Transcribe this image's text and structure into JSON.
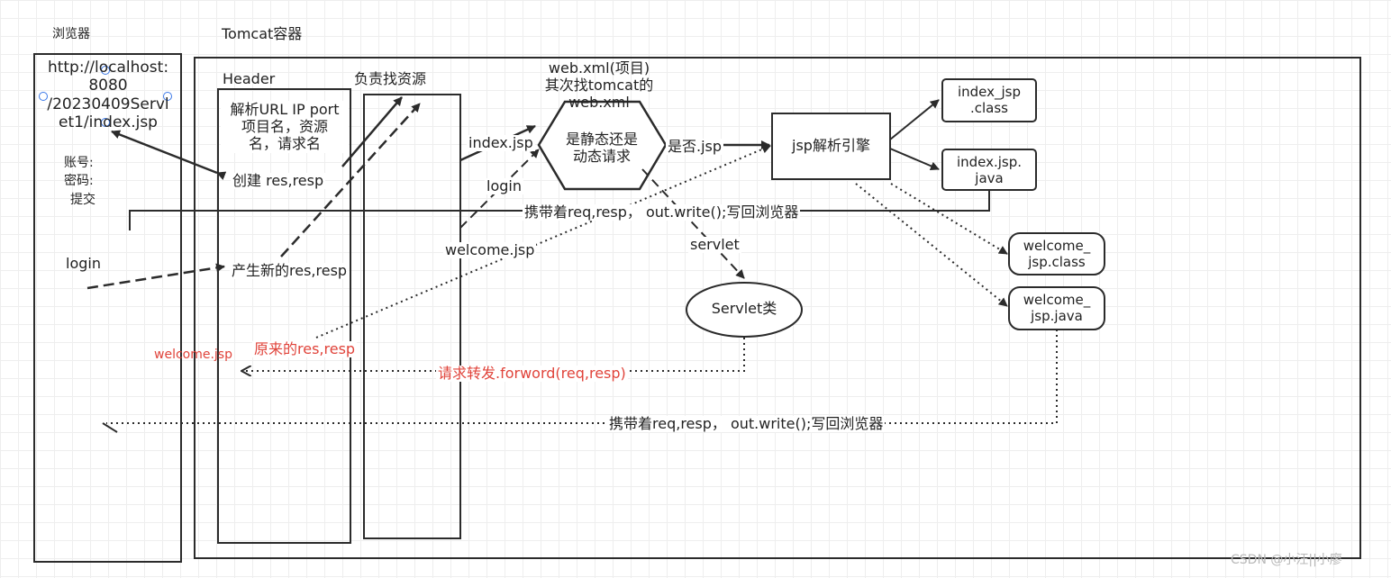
{
  "labels": {
    "browser": "浏览器",
    "tomcat": "Tomcat容器",
    "url_line1": "http://localhost:",
    "url_line2": "8080",
    "url_line3": "/20230409Servl",
    "url_line4": "et1/index.jsp",
    "account": "账号:",
    "password": "密码:",
    "submit": "提交",
    "login_browser": "login",
    "header": "Header",
    "parse_line1": "解析URL IP port",
    "parse_line2": "项目名，资源",
    "parse_line3": "名，请求名",
    "create_res": "创建 res,resp",
    "new_res": "产生新的res,resp",
    "find_resource": "负责找资源",
    "webxml_line1": "web.xml(项目)",
    "webxml_line2": "其次找tomcat的",
    "webxml_line3": "web.xml",
    "hex_line1": "是静态还是",
    "hex_line2": "动态请求",
    "index_jsp": "index.jsp",
    "login_mid": "login",
    "welcome_jsp": "welcome.jsp",
    "is_jsp": "是否.jsp",
    "jsp_engine": "jsp解析引擎",
    "index_class_line1": "index_jsp",
    "index_class_line2": ".class",
    "index_java_line1": "index.jsp.",
    "index_java_line2": "java",
    "welcome_class_line1": "welcome_",
    "welcome_class_line2": "jsp.class",
    "welcome_java_line1": "welcome_",
    "welcome_java_line2": "jsp.java",
    "carry_1": "携带着req,resp，  out.write();写回浏览器",
    "servlet": "servlet",
    "servlet_class": "Servlet类",
    "welcome_red": "welcome.jsp",
    "original_res": "原来的res,resp",
    "forward": "请求转发.forword(req,resp)",
    "carry_2": "携带着req,resp，  out.write();写回浏览器",
    "watermark": "CSDN @小汪||小廖"
  },
  "colors": {
    "stroke": "#2b2b2b",
    "red_text": "#e0433a",
    "grid": "#eeeeee",
    "handle": "#3b78e7"
  }
}
